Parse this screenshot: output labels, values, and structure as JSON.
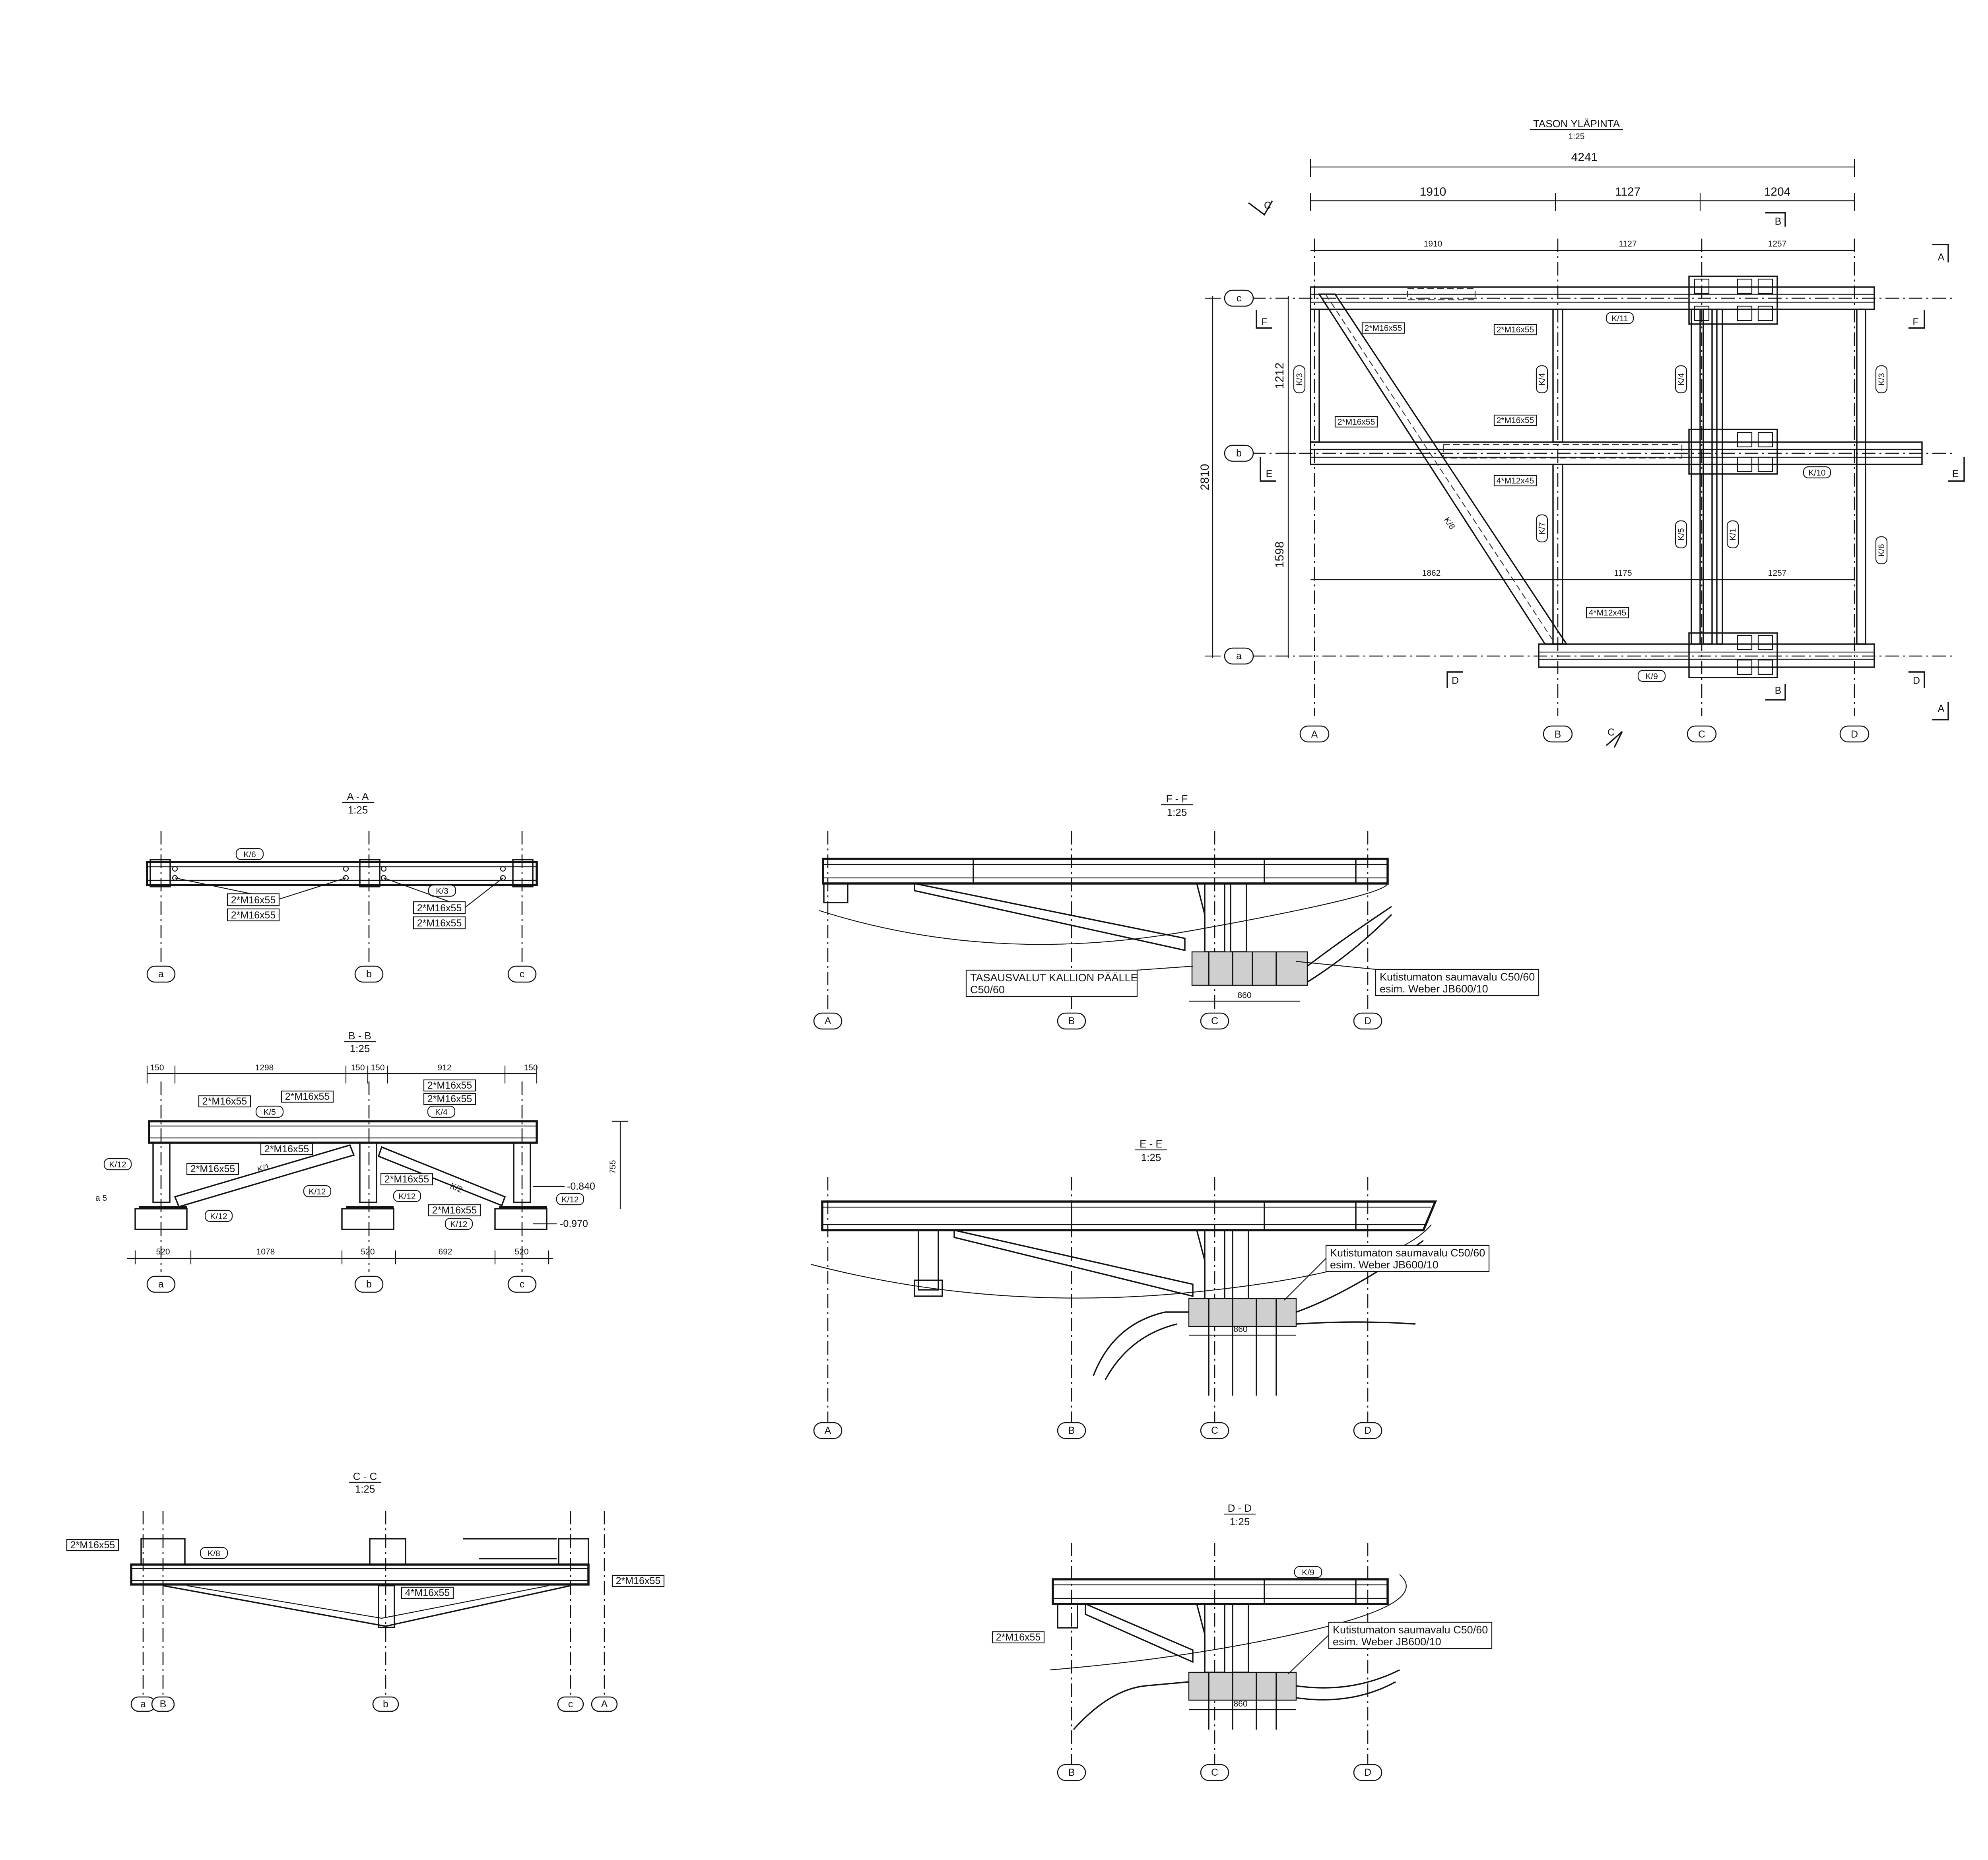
{
  "plan": {
    "title": "TASON YLÄPINTA",
    "scale": "1:25",
    "dims_top_total": "4241",
    "dims_top": [
      "1910",
      "1127",
      "1204"
    ],
    "dims_inner_top": [
      "1910",
      "1127",
      "1257"
    ],
    "dims_inner_bottom": [
      "1862",
      "1175",
      "1257"
    ],
    "dim_total_vertical": "2810",
    "dims_vertical": [
      "1212",
      "1598"
    ],
    "grid_cols": [
      "A",
      "B",
      "C",
      "D"
    ],
    "grid_rows": [
      "c",
      "b",
      "a"
    ],
    "section_marks": [
      "A",
      "A",
      "B",
      "B",
      "C",
      "C",
      "D",
      "D",
      "E",
      "E",
      "F",
      "F"
    ],
    "member_tags": [
      "K/11",
      "K/10",
      "K/9",
      "K/3",
      "K/4",
      "K/4",
      "K/3",
      "K/7",
      "K/5",
      "K/1",
      "K/6",
      "K/8"
    ],
    "bolt_notes": [
      "2*M16x55",
      "2*M16x55",
      "2*M16x55",
      "2*M16x55",
      "4*M12x45",
      "4*M12x45"
    ]
  },
  "section_aa": {
    "title": "A - A",
    "scale": "1:25",
    "tags": [
      "K/6",
      "K/3"
    ],
    "bolt_notes": [
      "2*M16x55",
      "2*M16x55",
      "2*M16x55",
      "2*M16x55"
    ],
    "grid": [
      "a",
      "b",
      "c"
    ]
  },
  "section_bb": {
    "title": "B - B",
    "scale": "1:25",
    "dims_top": [
      "150",
      "1298",
      "150",
      "150",
      "912",
      "150"
    ],
    "dims_bottom": [
      "520",
      "1078",
      "520",
      "692",
      "520"
    ],
    "dim_height": "755",
    "elev_1": "-0.840",
    "elev_2": "-0.970",
    "weld_note": "a 5",
    "tags": [
      "K/5",
      "K/4",
      "K/1",
      "K/2",
      "K/12",
      "K/12",
      "K/12",
      "K/12",
      "K/12",
      "K/12"
    ],
    "bolt_notes": [
      "2*M16x55",
      "2*M16x55",
      "2*M16x55",
      "2*M16x55",
      "2*M16x55",
      "2*M16x55",
      "2*M16x55",
      "2*M16x55"
    ],
    "grid": [
      "a",
      "b",
      "c"
    ]
  },
  "section_cc": {
    "title": "C - C",
    "scale": "1:25",
    "tags": [
      "K/8"
    ],
    "bolt_notes": [
      "2*M16x55",
      "4*M16x55",
      "2*M16x55"
    ],
    "grid": [
      "a",
      "B",
      "b",
      "c",
      "A"
    ]
  },
  "section_ff": {
    "title": "F - F",
    "scale": "1:25",
    "note_left": [
      "TASAUSVALUT KALLION PÄÄLLE",
      "C50/60"
    ],
    "note_right": [
      "Kutistumaton saumavalu C50/60",
      "esim. Weber JB600/10"
    ],
    "dim": "860",
    "grid": [
      "A",
      "B",
      "C",
      "D"
    ]
  },
  "section_ee": {
    "title": "E - E",
    "scale": "1:25",
    "note": [
      "Kutistumaton saumavalu C50/60",
      "esim. Weber JB600/10"
    ],
    "dim": "860",
    "grid": [
      "A",
      "B",
      "C",
      "D"
    ]
  },
  "section_dd": {
    "title": "D - D",
    "scale": "1:25",
    "tag": "K/9",
    "bolt_note": "2*M16x55",
    "note": [
      "Kutistumaton saumavalu C50/60",
      "esim. Weber JB600/10"
    ],
    "dim": "860",
    "grid": [
      "B",
      "C",
      "D"
    ]
  }
}
